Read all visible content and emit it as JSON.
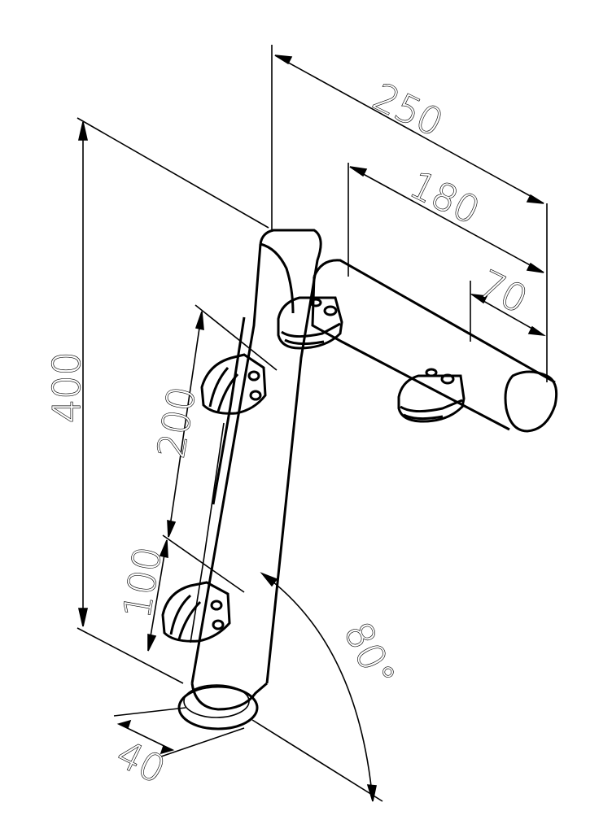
{
  "dimensions": {
    "width_250": "250",
    "length_180": "180",
    "offset_70": "70",
    "height_400": "400",
    "spacing_200": "200",
    "spacing_100": "100",
    "diameter_40": "40",
    "angle_80": "80°"
  },
  "colors": {
    "line": "#000000",
    "background": "#ffffff"
  }
}
